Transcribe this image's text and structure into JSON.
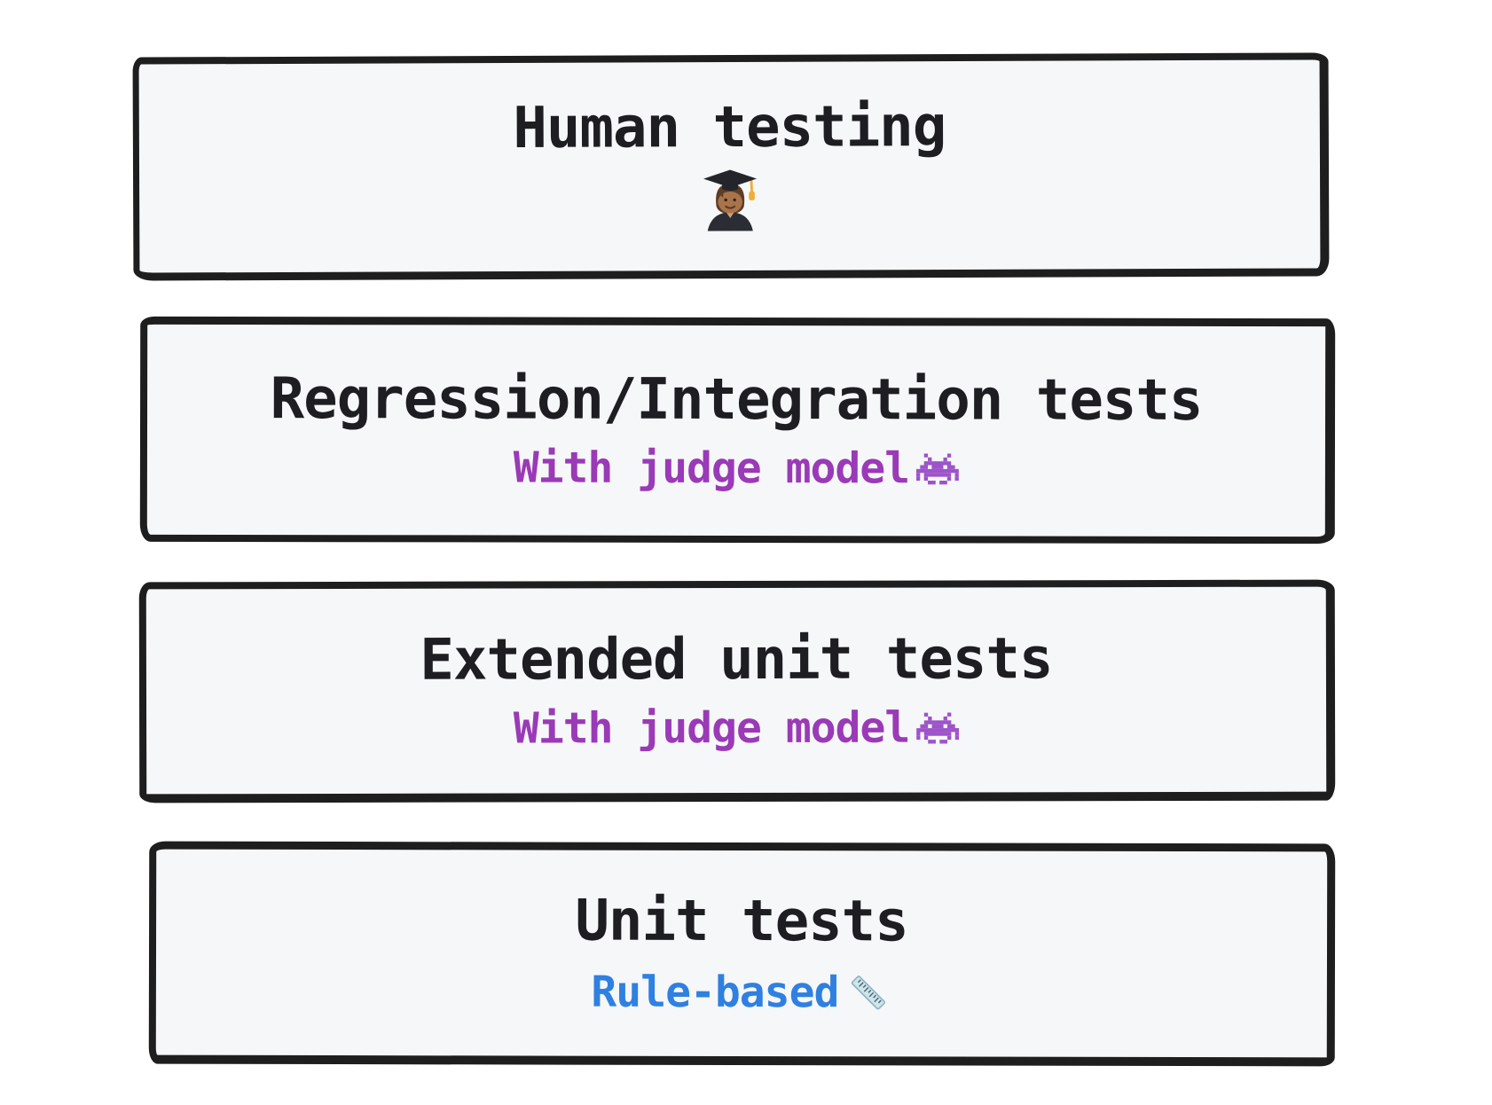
{
  "diagram": {
    "background": "#ffffff",
    "boxes": [
      {
        "title": "Human testing",
        "icon": "🧑🏾‍🎓",
        "icon_name": "student-graduate-emoji"
      },
      {
        "title": "Regression/Integration tests",
        "subtitle": "With judge model",
        "icon": "👾",
        "icon_name": "alien-monster-emoji"
      },
      {
        "title": "Extended unit tests",
        "subtitle": "With judge model",
        "icon": "👾",
        "icon_name": "alien-monster-emoji"
      },
      {
        "title": "Unit tests",
        "subtitle": "Rule-based",
        "icon": "📏",
        "icon_name": "ruler-emoji"
      }
    ]
  },
  "colors": {
    "box_border": "#1e1e1e",
    "box_fill": "#f6f7f9",
    "title_text": "#1d1d22",
    "judge_subtitle": "#9a3ab7",
    "rule_subtitle": "#2f80e0",
    "invader_purple": "#9d54c9",
    "tassel_gold": "#edaf38",
    "ruler_body": "#cfe4eb",
    "ruler_edge": "#8fb4c0",
    "ruler_ticks": "#4d6a77"
  }
}
